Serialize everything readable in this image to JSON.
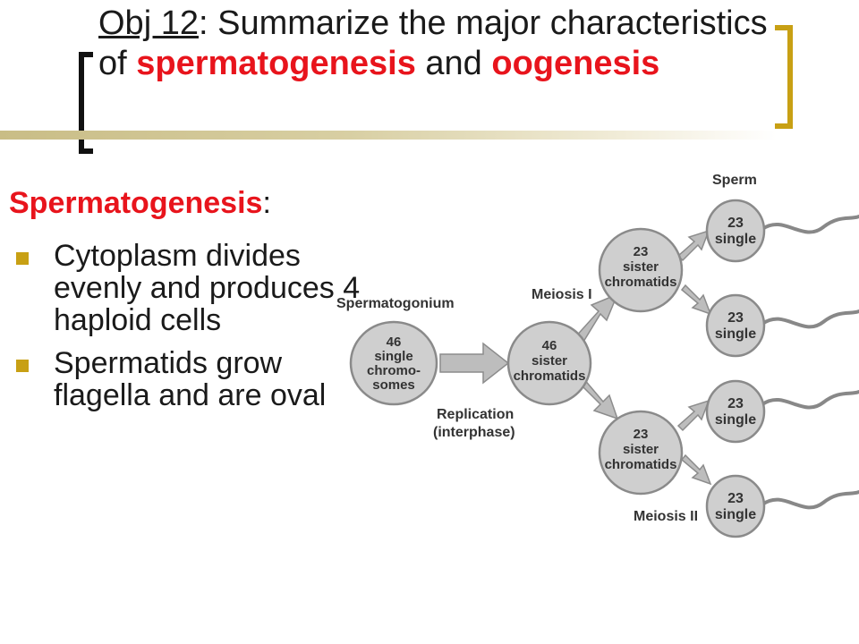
{
  "title": {
    "obj": "Obj 12",
    "colon": ": ",
    "part1": "Summarize the major characteristics of ",
    "term1": "spermatogenesis",
    "and": " and ",
    "term2": "oogenesis"
  },
  "heading": {
    "term": "Spermatogenesis",
    "colon": ":"
  },
  "bullets": [
    "Cytoplasm divides evenly and produces 4 haploid cells",
    "Spermatids grow flagella and are oval"
  ],
  "diagram": {
    "labels": {
      "spermatogonium": "Spermatogonium",
      "meiosis1": "Meiosis I",
      "meiosis2": "Meiosis II",
      "sperm": "Sperm",
      "replication_1": "Replication",
      "replication_2": "(interphase)"
    },
    "cells": {
      "spermatogonium": [
        "46",
        "single",
        "chromo-",
        "somes"
      ],
      "replicated": [
        "46",
        "sister",
        "chromatids"
      ],
      "secondary_top": [
        "23",
        "sister",
        "chromatids"
      ],
      "secondary_bottom": [
        "23",
        "sister",
        "chromatids"
      ],
      "sperm_1": [
        "23",
        "single"
      ],
      "sperm_2": [
        "23",
        "single"
      ],
      "sperm_3": [
        "23",
        "single"
      ],
      "sperm_4": [
        "23",
        "single"
      ]
    }
  },
  "colors": {
    "accent_red": "#e8141c",
    "accent_gold": "#c8a014",
    "cell_fill": "#cfcfcf",
    "arrow_fill": "#bdbdbd"
  }
}
